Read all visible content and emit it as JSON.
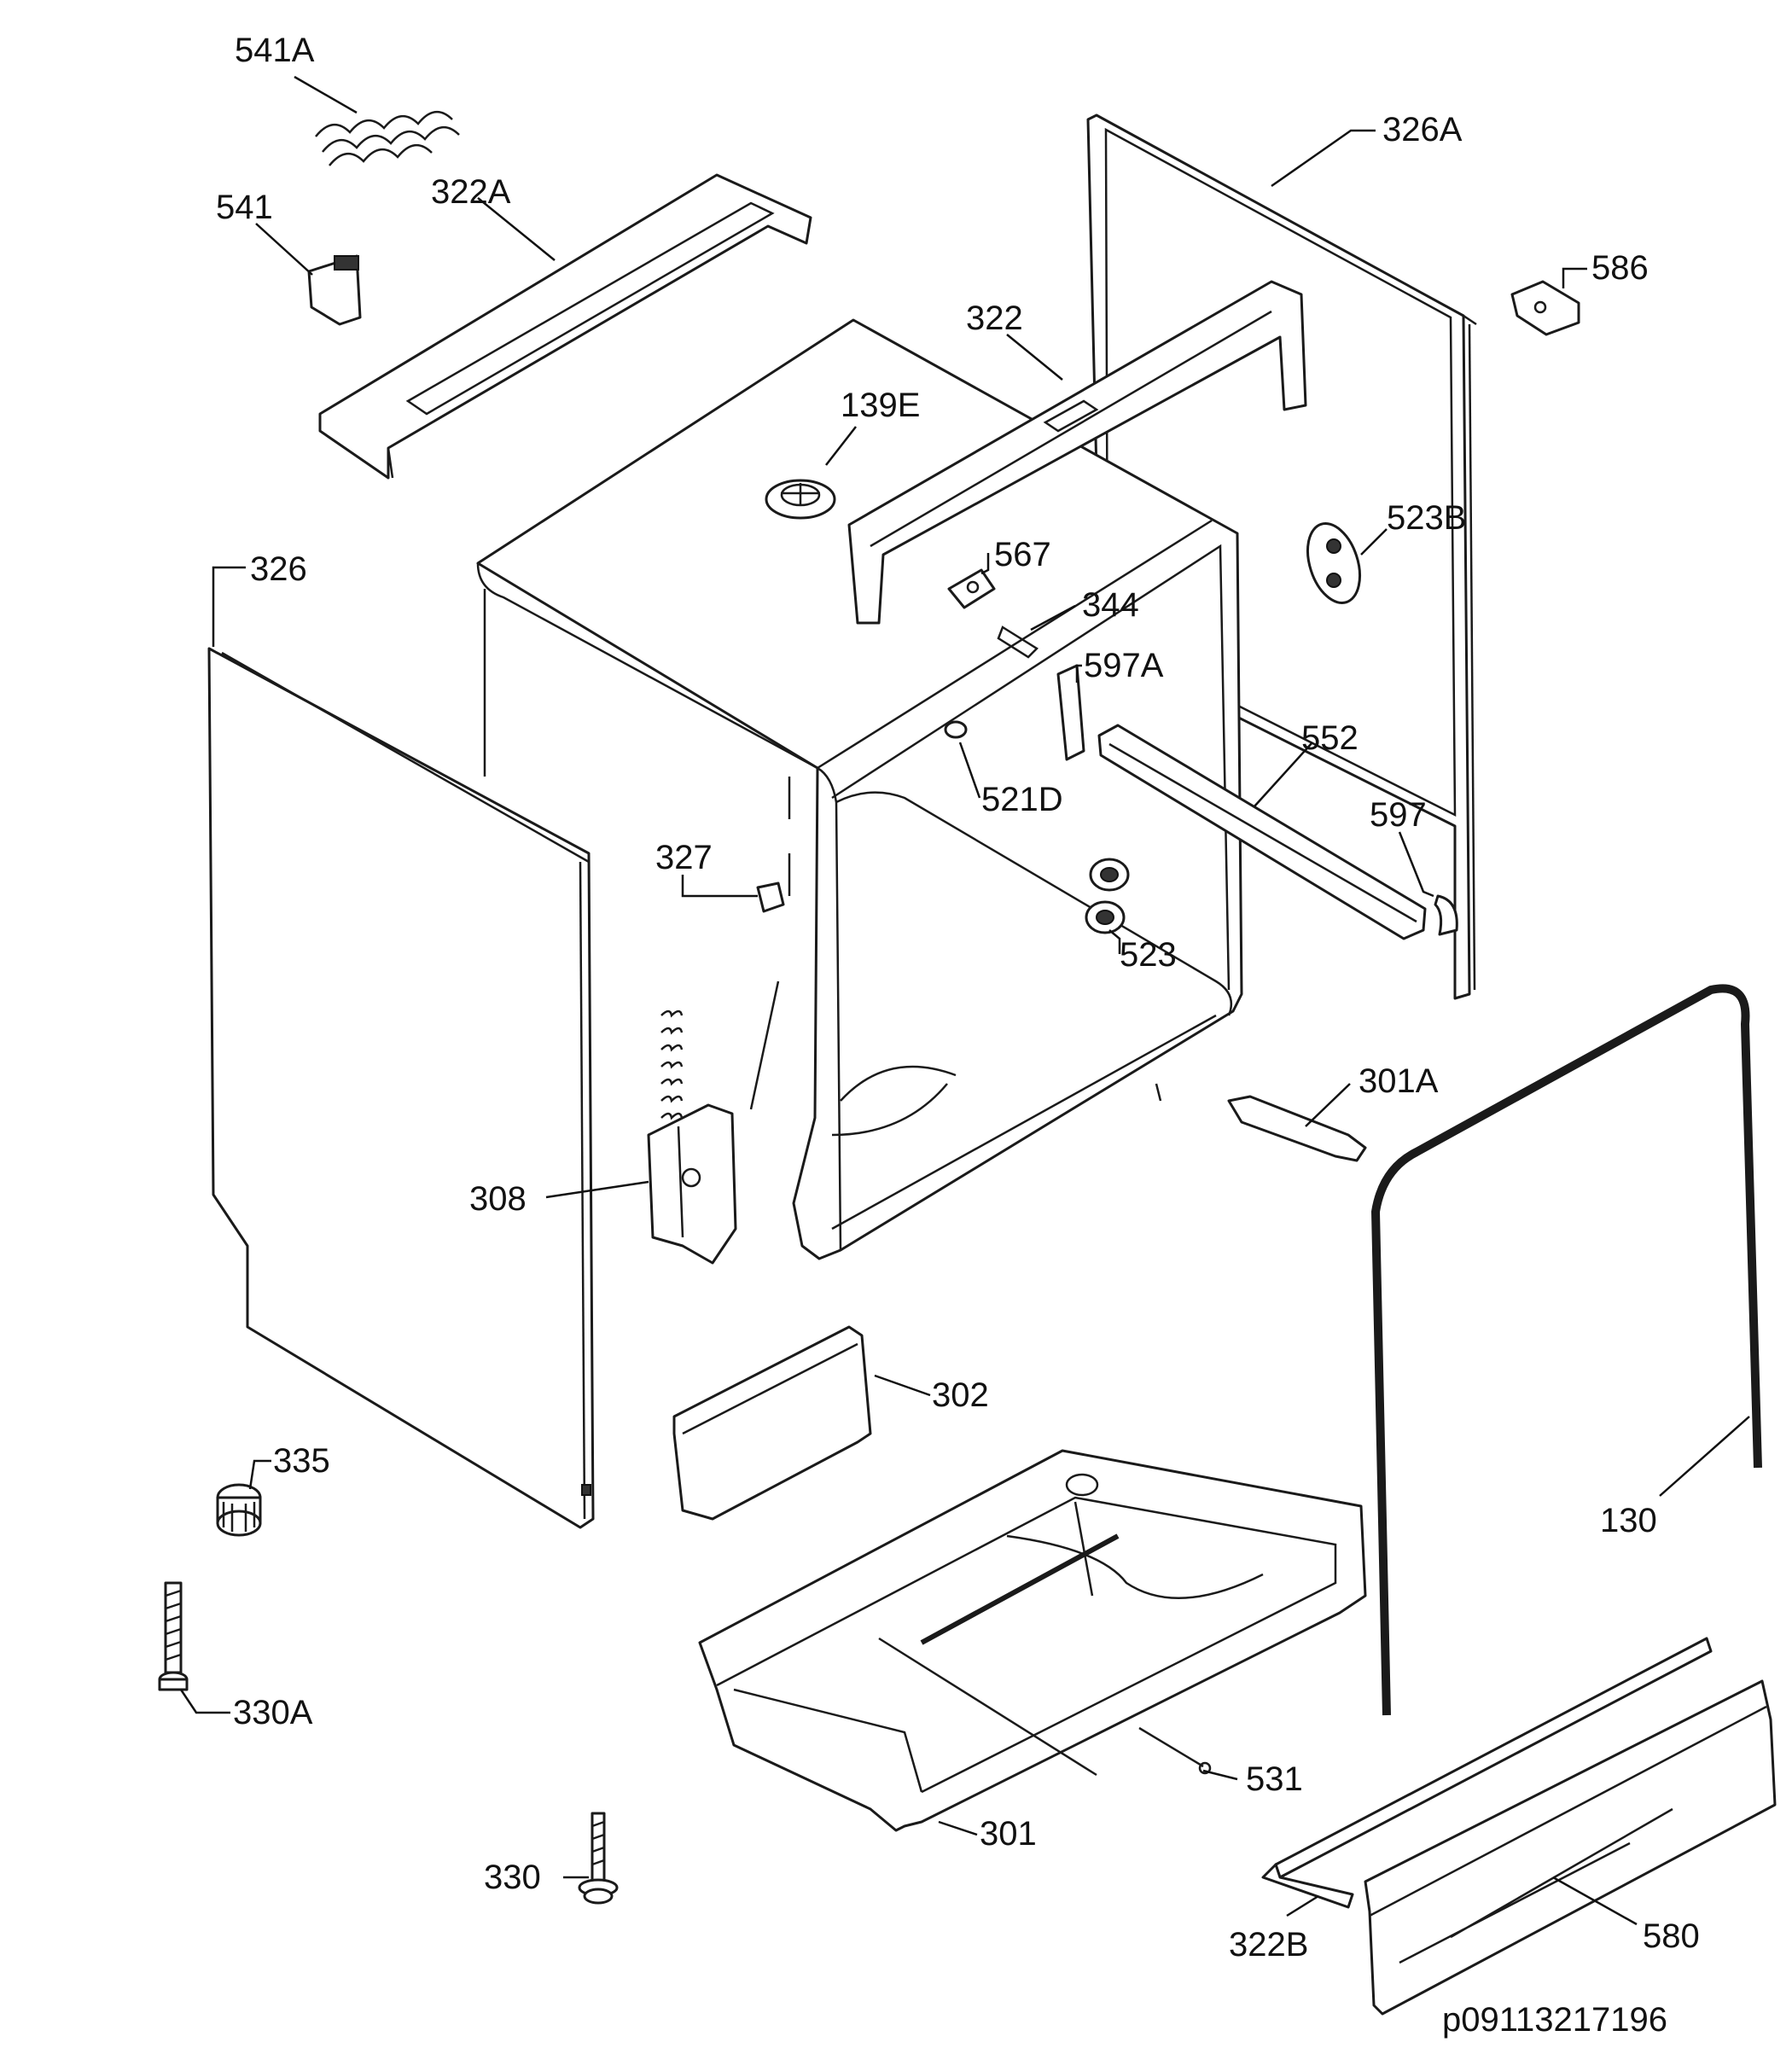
{
  "diagram": {
    "document_id": "p09113217196",
    "callouts": [
      "541A",
      "541",
      "322A",
      "326A",
      "586",
      "322",
      "139E",
      "523B",
      "326",
      "567",
      "344",
      "597A",
      "552",
      "521D",
      "597",
      "327",
      "523",
      "301A",
      "308",
      "302",
      "335",
      "130",
      "330A",
      "531",
      "301",
      "330",
      "322B",
      "580"
    ],
    "colors": {
      "line": "#1a1a1a",
      "background": "#ffffff"
    }
  }
}
